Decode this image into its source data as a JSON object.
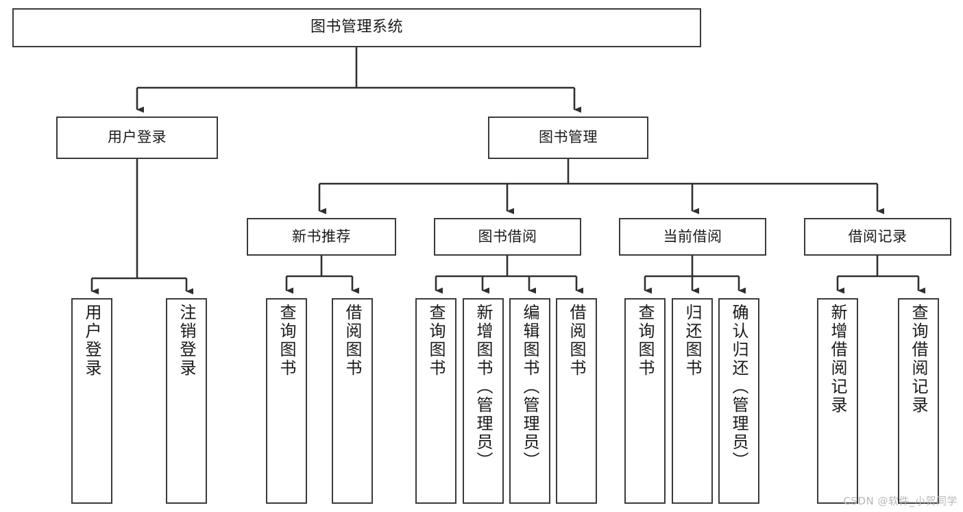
{
  "diagram": {
    "type": "tree",
    "title": "图书管理系统",
    "style": {
      "box_border_color": "#3a3a3a",
      "box_fill_color": "#ffffff",
      "edge_color": "#2f2f2f",
      "background": "#ffffff",
      "text_color": "#1a1a1a"
    },
    "nodes": {
      "root": {
        "label": "图书管理系统"
      },
      "level1": [
        {
          "id": "user-login",
          "label": "用户登录"
        },
        {
          "id": "book-manage",
          "label": "图书管理"
        }
      ],
      "level2": [
        {
          "id": "new-book-recommend",
          "label": "新书推荐"
        },
        {
          "id": "book-borrow",
          "label": "图书借阅"
        },
        {
          "id": "current-borrow",
          "label": "当前借阅"
        },
        {
          "id": "borrow-record",
          "label": "借阅记录"
        }
      ],
      "leaves": {
        "user_login": [
          {
            "id": "leaf-user-login",
            "label": "用户登录"
          },
          {
            "id": "leaf-logout-login",
            "label": "注销登录"
          }
        ],
        "new_book_recommend": [
          {
            "id": "leaf-query-book-1",
            "label": "查询图书"
          },
          {
            "id": "leaf-borrow-book-1",
            "label": "借阅图书"
          }
        ],
        "book_borrow": [
          {
            "id": "leaf-query-book-2",
            "label": "查询图书"
          },
          {
            "id": "leaf-add-book",
            "label": "新增图书（管理员）"
          },
          {
            "id": "leaf-edit-book",
            "label": "编辑图书（管理员）"
          },
          {
            "id": "leaf-borrow-book-2",
            "label": "借阅图书"
          }
        ],
        "current_borrow": [
          {
            "id": "leaf-query-book-3",
            "label": "查询图书"
          },
          {
            "id": "leaf-return-book",
            "label": "归还图书"
          },
          {
            "id": "leaf-confirm-return",
            "label": "确认归还（管理员）"
          }
        ],
        "borrow_record": [
          {
            "id": "leaf-add-record",
            "label": "新增借阅记录"
          },
          {
            "id": "leaf-query-record",
            "label": "查询借阅记录"
          }
        ]
      }
    }
  },
  "watermark": {
    "text": "CSDN @软件_小贺同学"
  }
}
